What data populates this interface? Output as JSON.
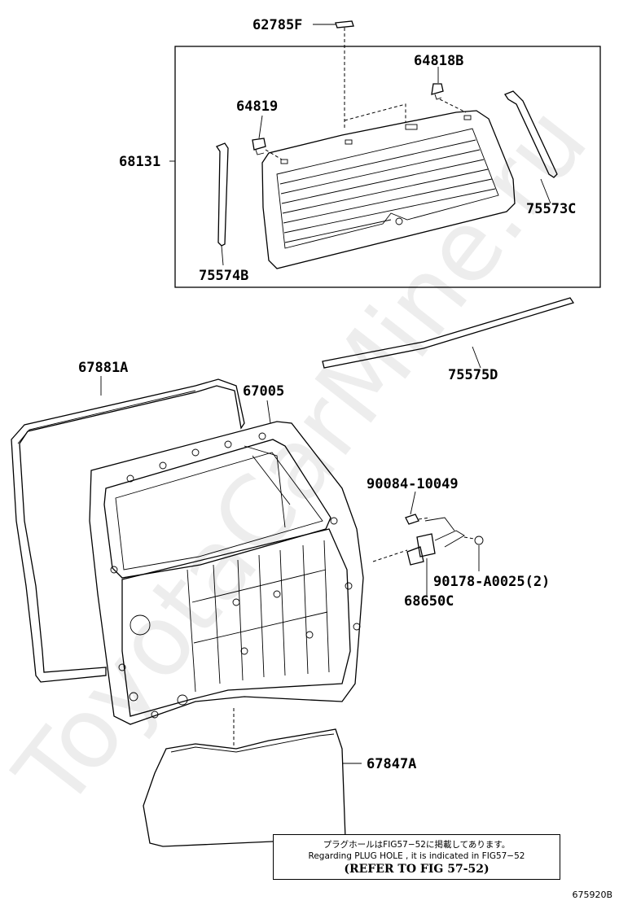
{
  "labels": {
    "p62785F": "62785F",
    "p64818B": "64818B",
    "p64819": "64819",
    "p68131": "68131",
    "p75573C": "75573C",
    "p75574B": "75574B",
    "p75575D": "75575D",
    "p67881A": "67881A",
    "p67005": "67005",
    "p90084": "90084-10049",
    "p90178": "90178-A0025(2)",
    "p68650C": "68650C",
    "p67847A": "67847A"
  },
  "note": {
    "jp": "プラグホールはFIG57−52に掲載してあります。",
    "en": "Regarding PLUG HOLE , it is indicated in FIG57−52",
    "ref": "(REFER TO FIG 57-52)"
  },
  "figure_number": "675920B",
  "watermark": "ToyotaCarMine.ru"
}
